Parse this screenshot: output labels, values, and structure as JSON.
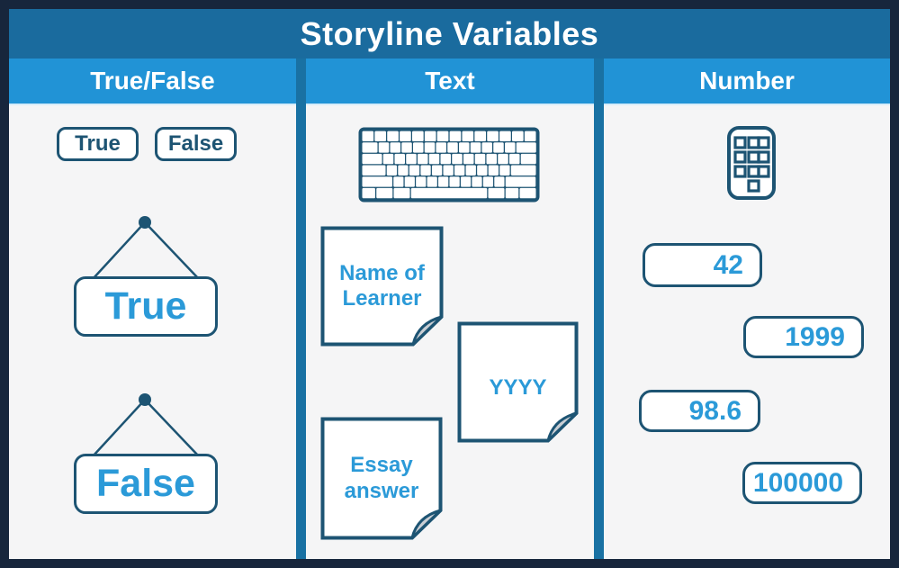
{
  "title": "Storyline Variables",
  "palette": {
    "frame": "#17263C",
    "title_bar": "#1A6B9E",
    "header": "#2193D6",
    "divider": "#1971A3",
    "panel": "#F5F5F6",
    "outline": "#1D5473",
    "accent_text": "#2B9AD8",
    "fold": "#C9CED4"
  },
  "columns": {
    "true_false": {
      "header": "True/False",
      "buttons": [
        "True",
        "False"
      ],
      "signs": [
        "True",
        "False"
      ]
    },
    "text": {
      "header": "Text",
      "icon": "keyboard-icon",
      "notes": [
        "Name of\nLearner",
        "YYYY",
        "Essay\nanswer"
      ]
    },
    "number": {
      "header": "Number",
      "icon": "numeric-keypad-icon",
      "values": [
        "42",
        "1999",
        "98.6",
        "100000"
      ]
    }
  }
}
